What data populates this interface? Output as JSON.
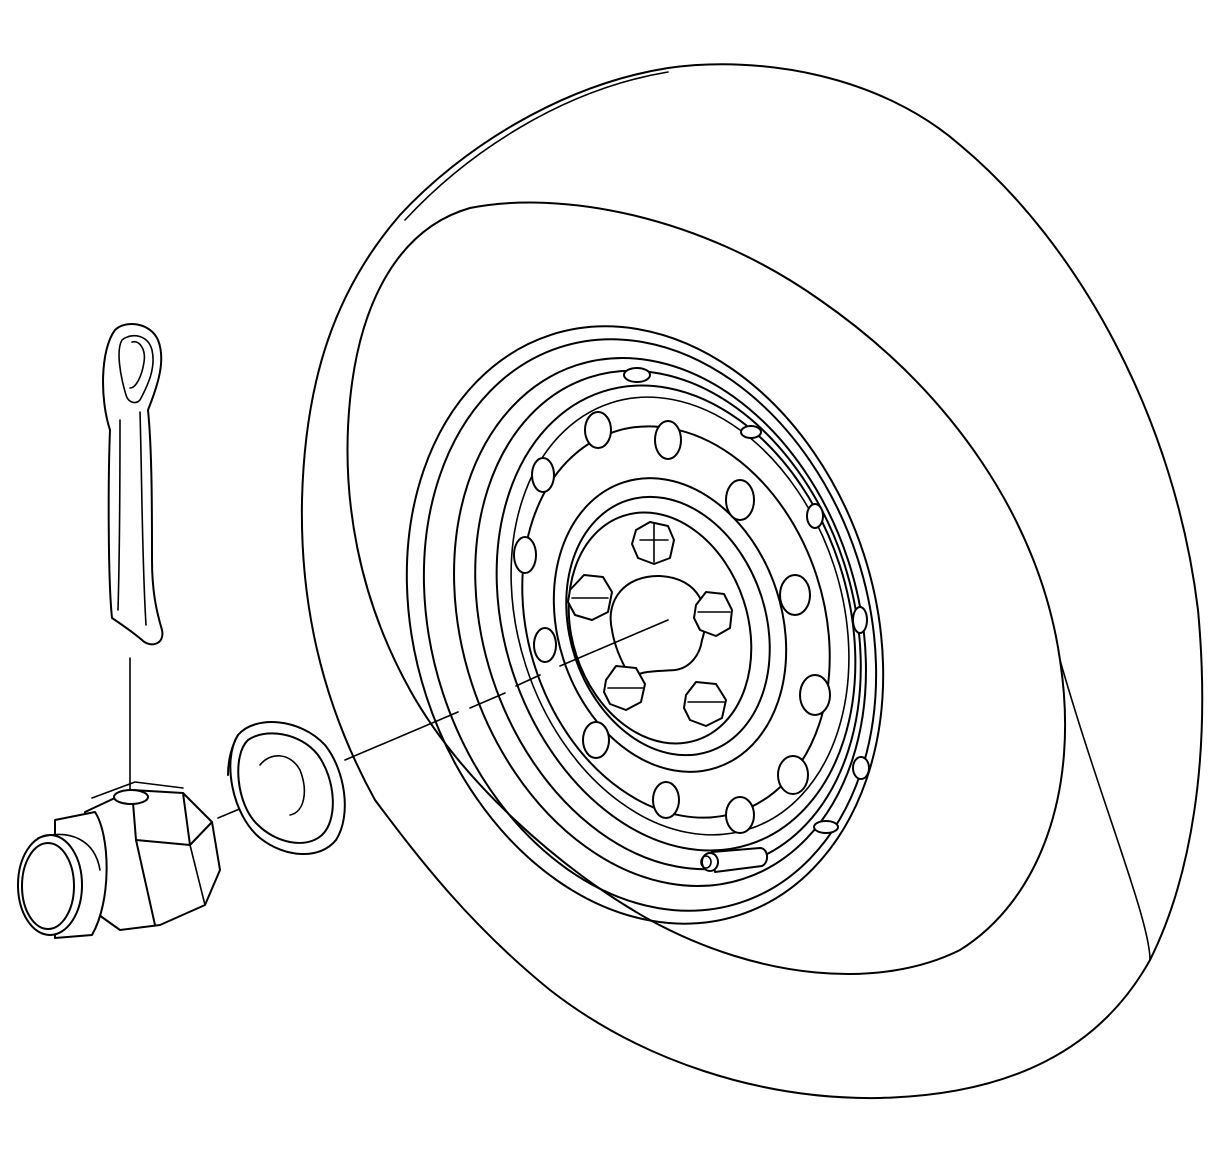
{
  "diagram": {
    "labels": [],
    "parts": [
      {
        "name": "tire"
      },
      {
        "name": "wheel"
      },
      {
        "name": "wheel-nut"
      },
      {
        "name": "axle-spindle"
      },
      {
        "name": "washer"
      },
      {
        "name": "spindle-nut"
      },
      {
        "name": "cotter-pin"
      },
      {
        "name": "valve-stem"
      }
    ],
    "line_color": "#000000",
    "background": "#ffffff"
  }
}
